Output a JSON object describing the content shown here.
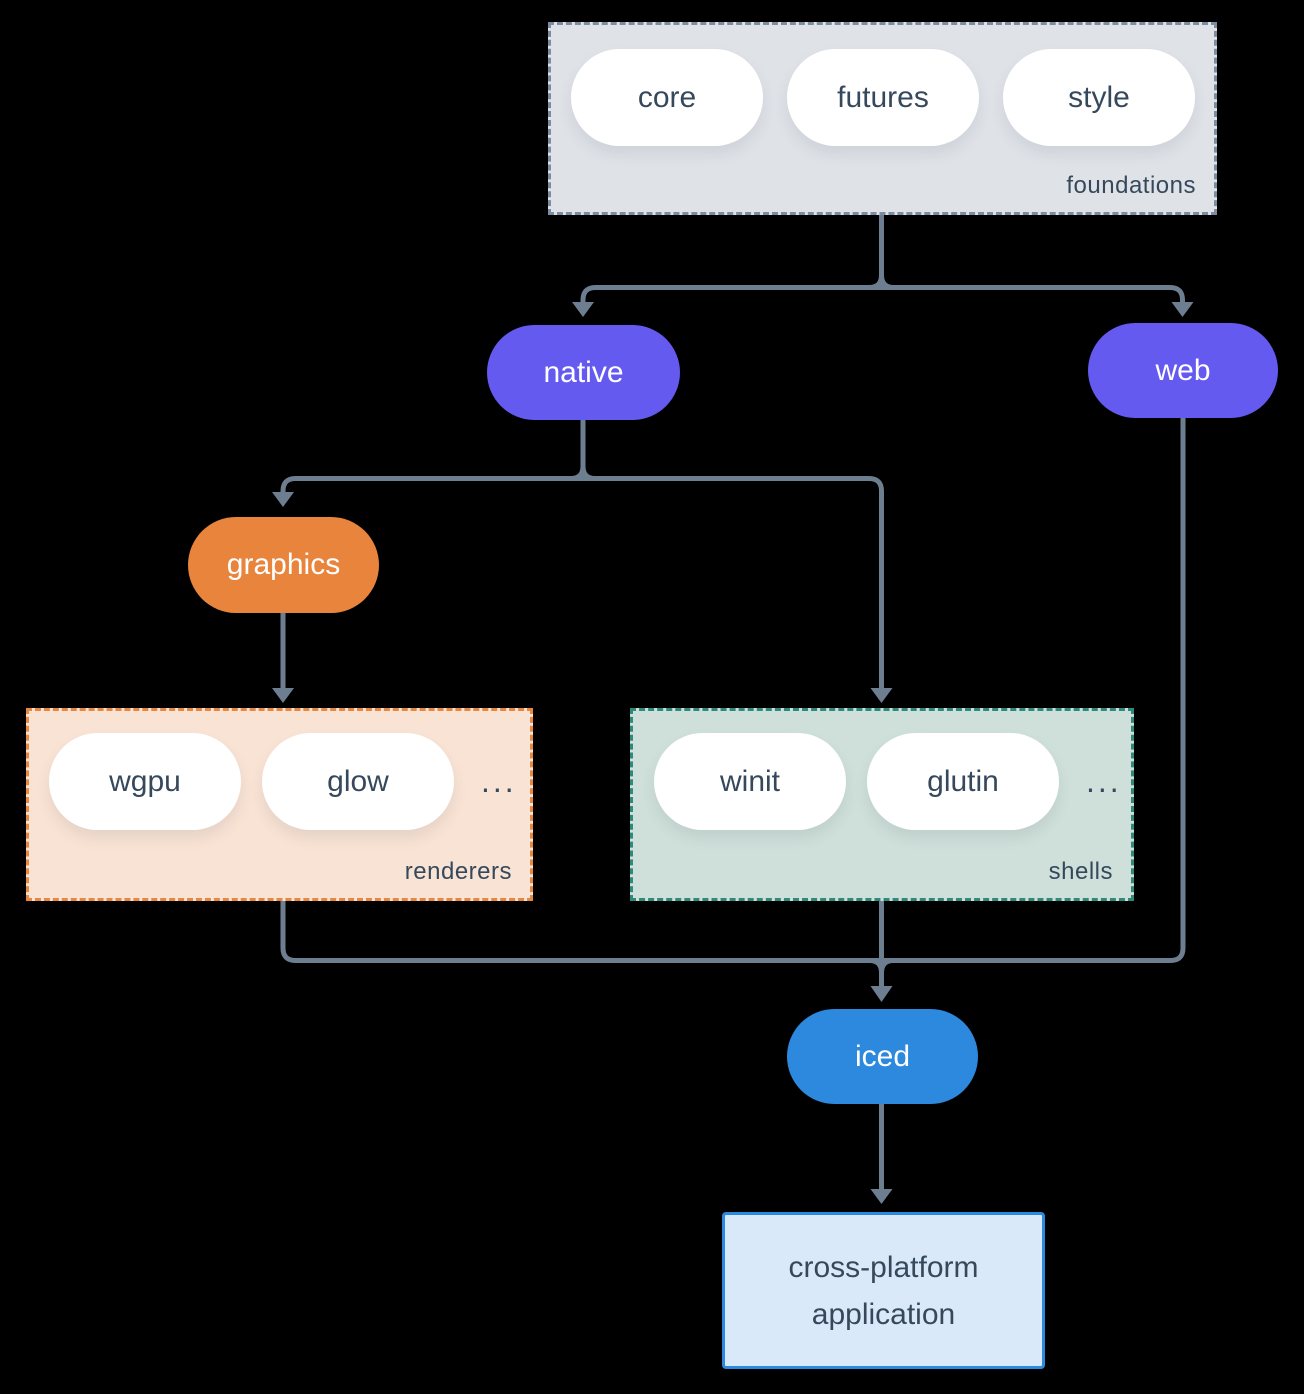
{
  "colors": {
    "canvas-bg": "#000000",
    "line": "#6e7e91",
    "slate": "#36495c",
    "pill-fill": "#ffffff",
    "purple": "#655af0",
    "orange": "#e8843c",
    "blue": "#2d89dd",
    "foundations-fill": "#dfe3e8",
    "foundations-border": "#7d8ca0",
    "renderers-fill": "#f9e3d4",
    "renderers-border": "#e8873f",
    "shells-fill": "#cfe0da",
    "shells-border": "#2e8b7c",
    "app-fill": "#d9e9f9",
    "app-border": "#2d89dd"
  },
  "foundations": {
    "label": "foundations",
    "pills": [
      "core",
      "futures",
      "style"
    ]
  },
  "native": {
    "label": "native"
  },
  "web": {
    "label": "web"
  },
  "graphics": {
    "label": "graphics"
  },
  "renderers": {
    "label": "renderers",
    "pills": [
      "wgpu",
      "glow"
    ],
    "more": "..."
  },
  "shells": {
    "label": "shells",
    "pills": [
      "winit",
      "glutin"
    ],
    "more": "..."
  },
  "iced": {
    "label": "iced"
  },
  "application": {
    "line1": "cross-platform",
    "line2": "application"
  }
}
